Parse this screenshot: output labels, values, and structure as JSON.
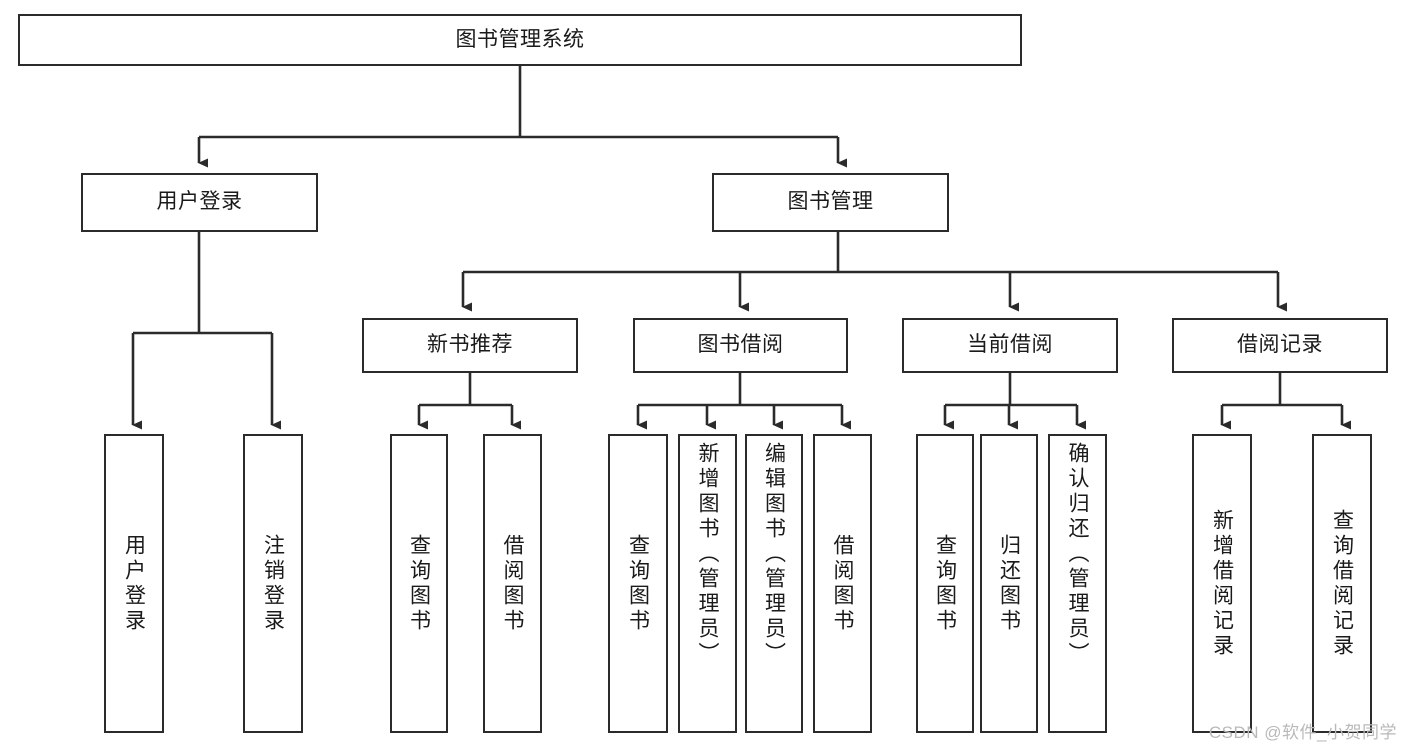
{
  "diagram": {
    "title": "图书管理系统",
    "type": "tree-hierarchy-diagram",
    "root": {
      "label": "图书管理系统"
    },
    "level2": [
      {
        "label": "用户登录"
      },
      {
        "label": "图书管理"
      }
    ],
    "level3": [
      {
        "label": "新书推荐"
      },
      {
        "label": "图书借阅"
      },
      {
        "label": "当前借阅"
      },
      {
        "label": "借阅记录"
      }
    ],
    "leaves": {
      "user_login": [
        {
          "label": "用户登录"
        },
        {
          "label": "注销登录"
        }
      ],
      "new_book_recommend": [
        {
          "label": "查询图书"
        },
        {
          "label": "借阅图书"
        }
      ],
      "book_borrow": [
        {
          "label": "查询图书"
        },
        {
          "label": "新增图书（管理员）"
        },
        {
          "label": "编辑图书（管理员）"
        },
        {
          "label": "借阅图书"
        }
      ],
      "current_borrow": [
        {
          "label": "查询图书"
        },
        {
          "label": "归还图书"
        },
        {
          "label": "确认归还（管理员）"
        }
      ],
      "borrow_record": [
        {
          "label": "新增借阅记录"
        },
        {
          "label": "查询借阅记录"
        }
      ]
    },
    "watermark": "CSDN @软件_小贺同学",
    "colors": {
      "stroke": "#2b2b2b",
      "fill": "#ffffff",
      "text": "#1a1a1a",
      "watermark": "#b9b9b9"
    }
  }
}
